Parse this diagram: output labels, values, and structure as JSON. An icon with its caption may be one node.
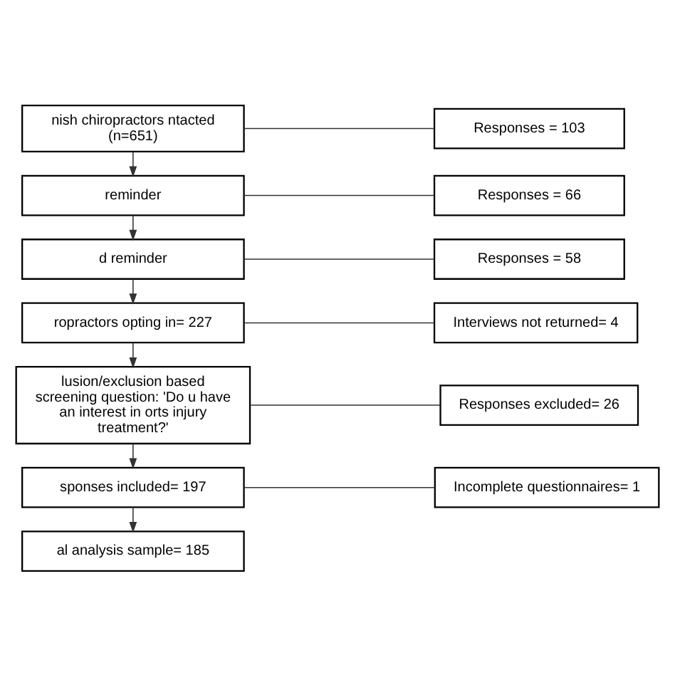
{
  "diagram": {
    "nodes": [
      {
        "text": [
          "nish chiropractors ntacted (n=651)"
        ]
      },
      {
        "text": [
          "Responses = 103"
        ]
      },
      {
        "text": [
          "reminder"
        ]
      },
      {
        "text": [
          "Responses = 66"
        ]
      },
      {
        "text": [
          "d reminder"
        ]
      },
      {
        "text": [
          "Responses = 58"
        ]
      },
      {
        "text": [
          "ropractors opting in= 227"
        ]
      },
      {
        "text": [
          "Interviews not returned= 4"
        ]
      },
      {
        "text": [
          "lusion/exclusion based screening question: 'Do u have an interest in orts injury treatment?'"
        ]
      },
      {
        "text": [
          "Responses excluded= 26"
        ]
      },
      {
        "text": [
          "sponses included= 197"
        ]
      },
      {
        "text": [
          "Incomplete questionnaires= 1"
        ]
      },
      {
        "text": [
          "al analysis sample= 185"
        ]
      }
    ],
    "edges": [
      {
        "from": 0,
        "to": 1,
        "arrow": "none"
      },
      {
        "from": 0,
        "to": 2,
        "arrow": "to"
      },
      {
        "from": 2,
        "to": 3,
        "arrow": "none"
      },
      {
        "from": 2,
        "to": 4,
        "arrow": "to"
      },
      {
        "from": 4,
        "to": 5,
        "arrow": "none"
      },
      {
        "from": 4,
        "to": 6,
        "arrow": "to"
      },
      {
        "from": 6,
        "to": 7,
        "arrow": "none"
      },
      {
        "from": 6,
        "to": 8,
        "arrow": "to"
      },
      {
        "from": 8,
        "to": 9,
        "arrow": "none"
      },
      {
        "from": 8,
        "to": 10,
        "arrow": "to"
      },
      {
        "from": 10,
        "to": 11,
        "arrow": "none"
      },
      {
        "from": 10,
        "to": 12,
        "arrow": "to"
      }
    ]
  }
}
